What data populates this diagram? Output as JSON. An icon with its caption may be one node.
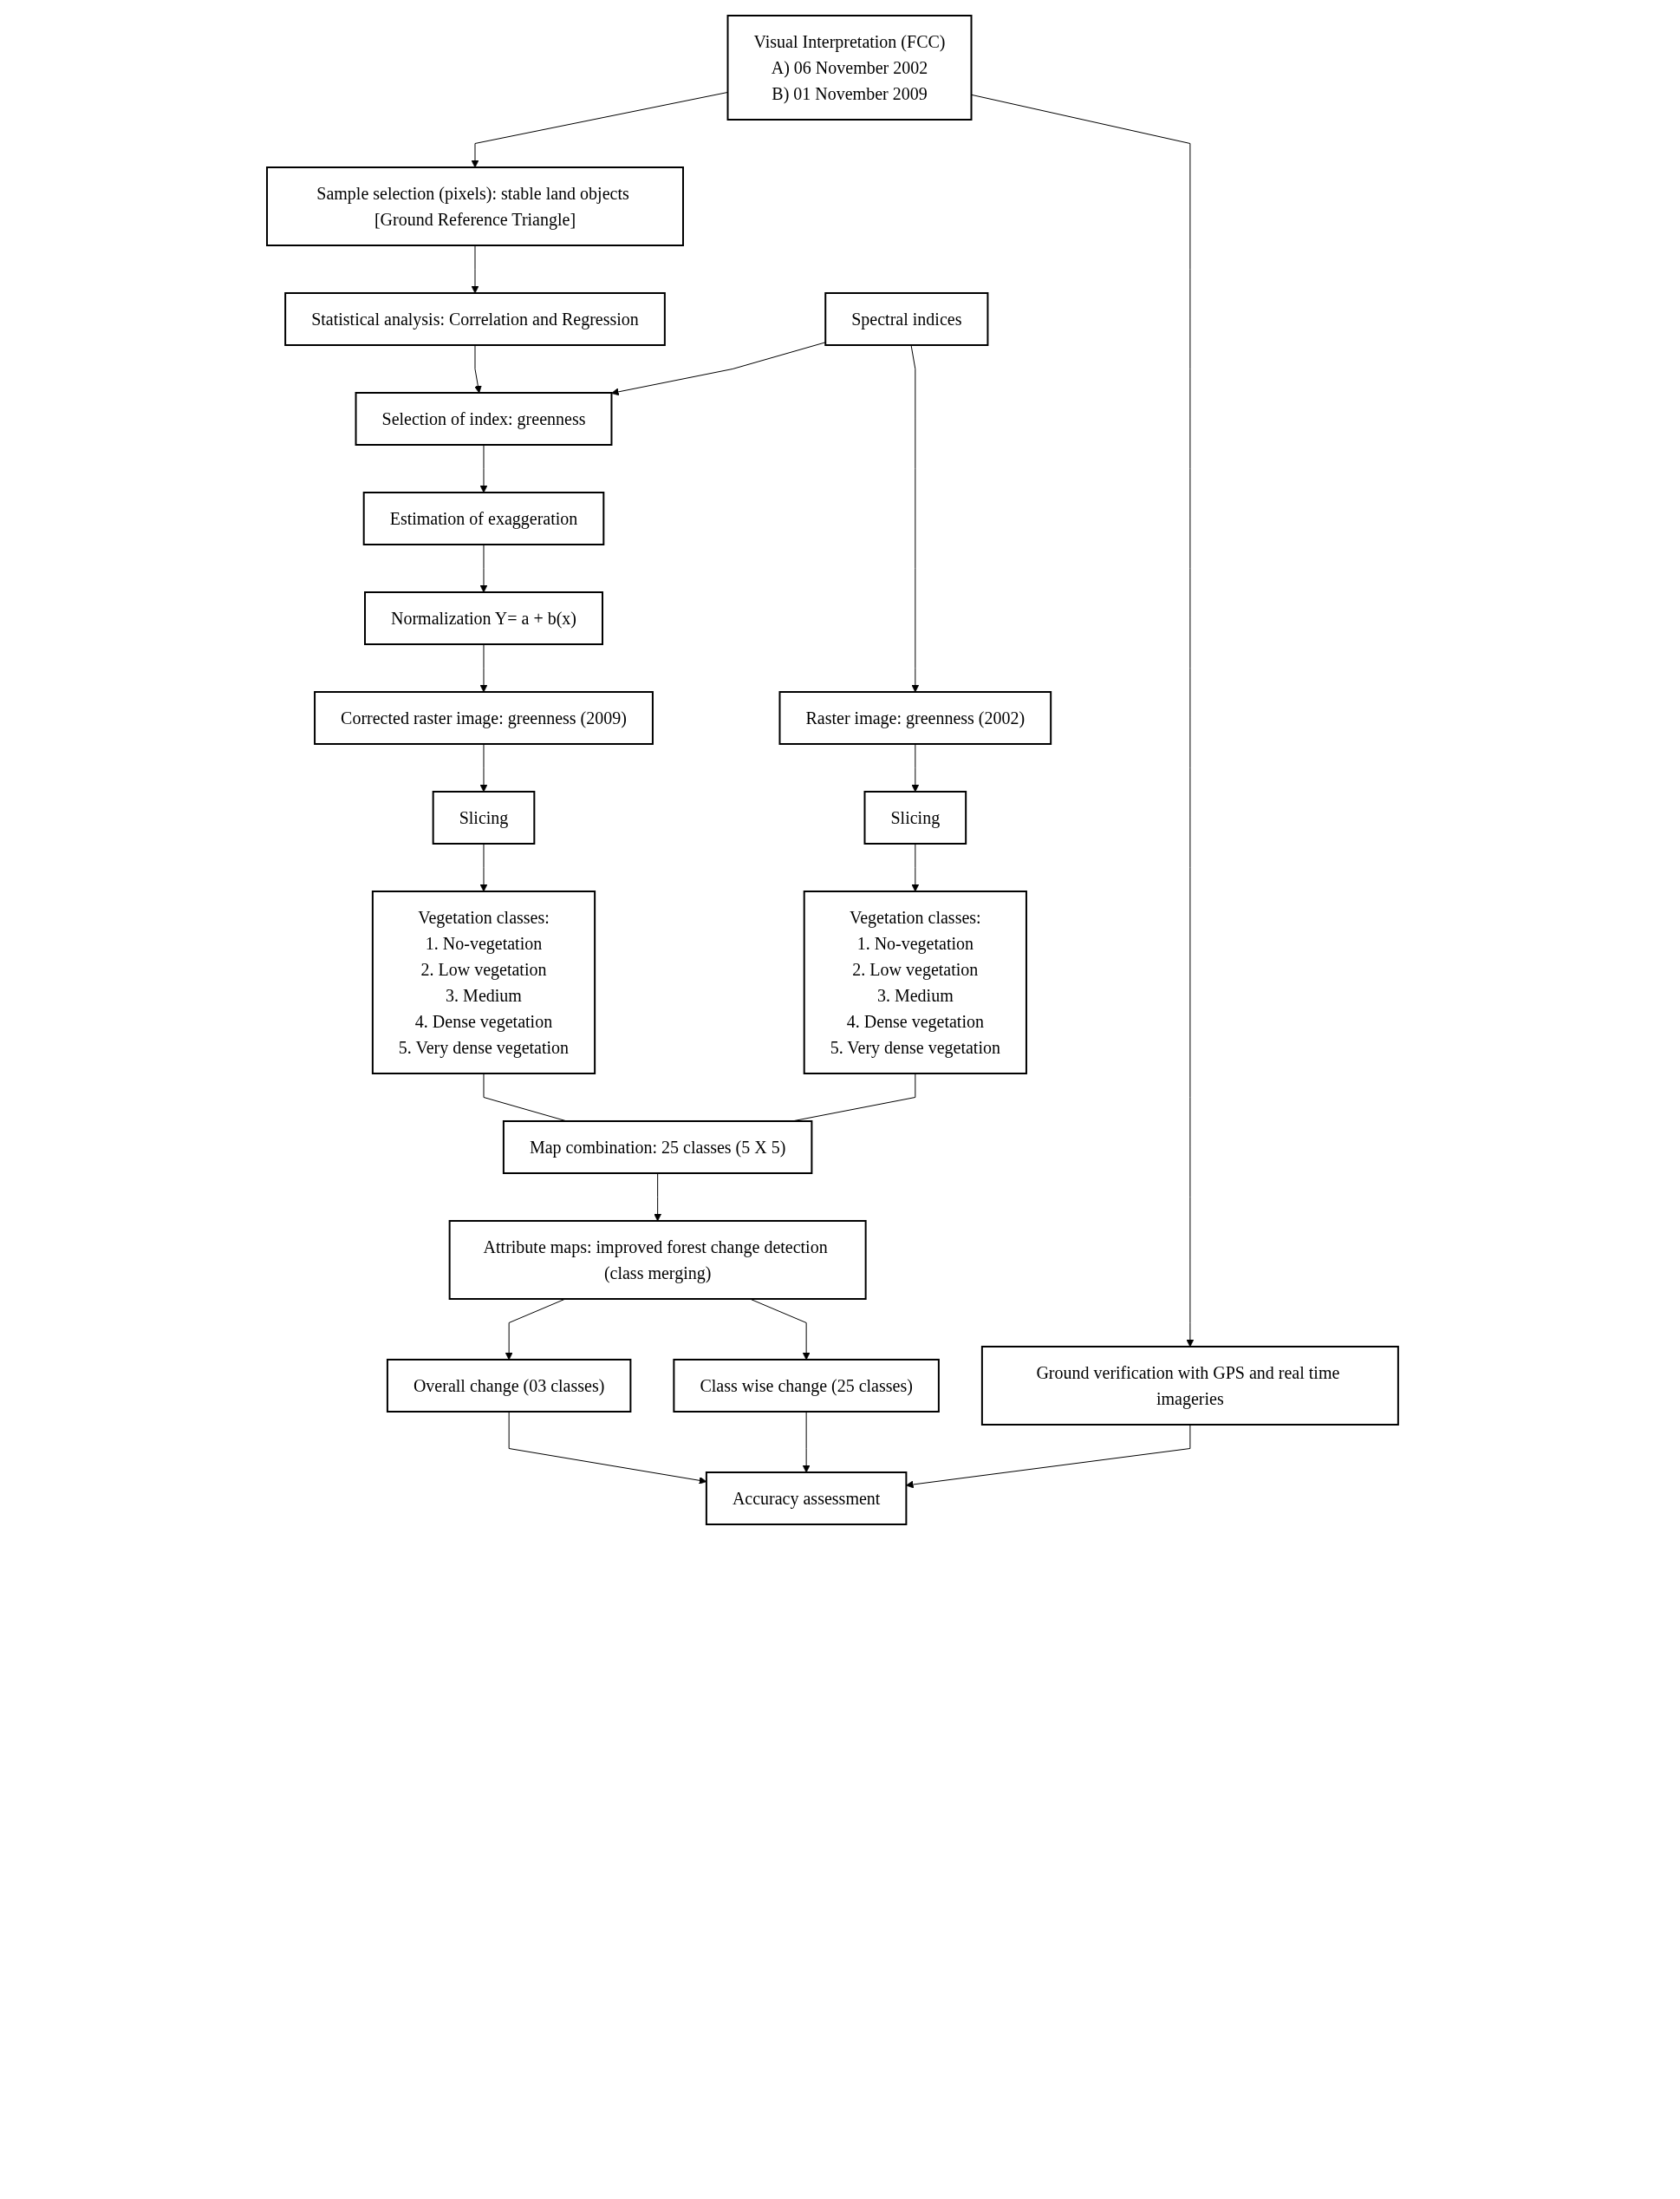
{
  "diagram": {
    "nodes": [
      {
        "text": [
          "Visual Interpretation (FCC)",
          "A) 06 November 2002",
          "B) 01 November 2009"
        ]
      },
      {
        "text": [
          "Sample selection (pixels): stable land objects [Ground Reference Triangle]"
        ]
      },
      {
        "text": [
          "Spectral indices"
        ]
      },
      {
        "text": [
          "Statistical analysis: Correlation and Regression"
        ]
      },
      {
        "text": [
          "Selection of index: greenness"
        ]
      },
      {
        "text": [
          "Estimation of exaggeration"
        ]
      },
      {
        "text": [
          "Normalization Y= a + b(x)"
        ]
      },
      {
        "text": [
          "Corrected raster image: greenness (2009)"
        ]
      },
      {
        "text": [
          "Raster image: greenness (2002)"
        ]
      },
      {
        "text": [
          "Slicing"
        ]
      },
      {
        "text": [
          "Slicing"
        ]
      },
      {
        "text": [
          "Ground verification with GPS and real time imageries"
        ]
      },
      {
        "text": [
          "Vegetation classes:",
          "1. No-vegetation",
          "2. Low vegetation",
          "3. Medium",
          "4. Dense vegetation",
          "5. Very dense vegetation"
        ]
      },
      {
        "text": [
          "Vegetation classes:",
          "1. No-vegetation",
          "2. Low vegetation",
          "3. Medium",
          "4. Dense vegetation",
          "5. Very dense vegetation"
        ]
      },
      {
        "text": [
          "Map combination: 25 classes (5 X 5)"
        ]
      },
      {
        "text": [
          "Attribute maps: improved forest change detection (class merging)"
        ]
      },
      {
        "text": [
          "Overall change (03 classes)"
        ]
      },
      {
        "text": [
          "Class wise change (25 classes)"
        ]
      },
      {
        "text": [
          "Accuracy assessment"
        ]
      }
    ],
    "edges": [
      {
        "from": 0,
        "to": 1,
        "arrow": "to"
      },
      {
        "from": 1,
        "to": 3,
        "arrow": "to"
      },
      {
        "from": 3,
        "to": 4,
        "arrow": "to"
      },
      {
        "from": 2,
        "to": 4,
        "arrow": "to"
      },
      {
        "from": 4,
        "to": 5,
        "arrow": "to"
      },
      {
        "from": 5,
        "to": 6,
        "arrow": "to"
      },
      {
        "from": 6,
        "to": 7,
        "arrow": "to"
      },
      {
        "from": 2,
        "to": 8,
        "arrow": "to"
      },
      {
        "from": 7,
        "to": 9,
        "arrow": "to"
      },
      {
        "from": 8,
        "to": 10,
        "arrow": "to"
      },
      {
        "from": 0,
        "to": 11,
        "arrow": "to"
      },
      {
        "from": 9,
        "to": 12,
        "arrow": "to"
      },
      {
        "from": 10,
        "to": 13,
        "arrow": "to"
      },
      {
        "from": 12,
        "to": 14,
        "arrow": "none"
      },
      {
        "from": 13,
        "to": 14,
        "arrow": "none"
      },
      {
        "from": 14,
        "to": 15,
        "arrow": "to"
      },
      {
        "from": 15,
        "to": 16,
        "arrow": "to"
      },
      {
        "from": 15,
        "to": 17,
        "arrow": "to"
      },
      {
        "from": 16,
        "to": 18,
        "arrow": "to"
      },
      {
        "from": 17,
        "to": 18,
        "arrow": "to"
      },
      {
        "from": 11,
        "to": 18,
        "arrow": "to"
      }
    ]
  }
}
